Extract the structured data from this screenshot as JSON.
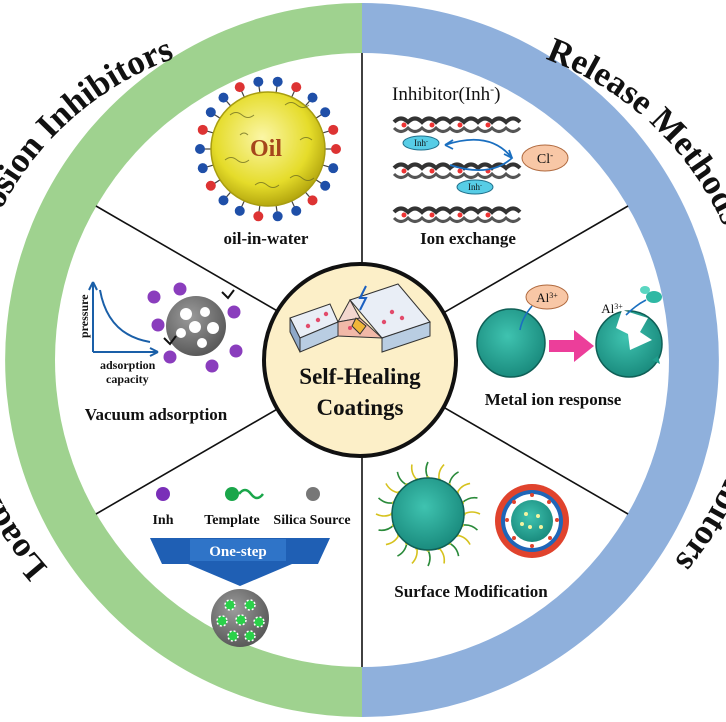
{
  "ring": {
    "left_title": "Loading Methods of Corrosion Inhibitors",
    "right_title": "Release Methods of Corrosion Inhibitors",
    "left_color": "#9fd28f",
    "right_color": "#8fb0dc"
  },
  "center": {
    "line1": "Self-Healing",
    "line2": "Coatings",
    "fill": "#fcefc8"
  },
  "sectors": {
    "oil_in_water": {
      "label": "oil-in-water",
      "droplet_text": "Oil"
    },
    "vacuum": {
      "label": "Vacuum adsorption",
      "y_axis": "pressure",
      "x_axis_line1": "adsorption",
      "x_axis_line2": "capacity"
    },
    "one_step": {
      "legend_inh": "Inh",
      "legend_template": "Template",
      "legend_silica": "Silica Source",
      "arrow_text": "One-step"
    },
    "ion_exchange": {
      "title": "Inhibitor(Inh",
      "title_sup": "-",
      "title_close": ")",
      "label": "Ion exchange",
      "inh_tag": "Inh",
      "cl_tag": "Cl"
    },
    "metal_ion": {
      "label": "Metal ion response",
      "al_tag": "Al",
      "al_sup": "3+"
    },
    "surface": {
      "label": "Surface Modification"
    }
  }
}
